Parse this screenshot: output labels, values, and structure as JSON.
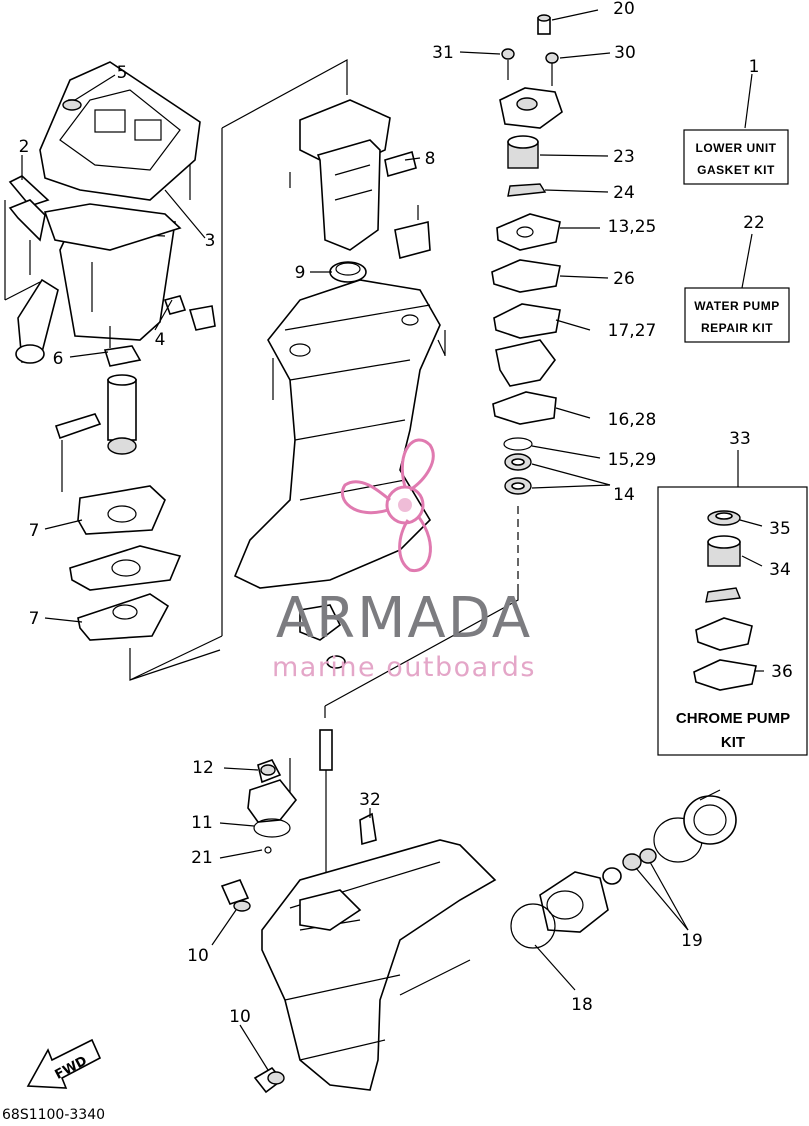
{
  "diagram": {
    "part_numbers": {
      "n1": "1",
      "n2": "2",
      "n3": "3",
      "n4": "4",
      "n5": "5",
      "n6": "6",
      "n7a": "7",
      "n7b": "7",
      "n8": "8",
      "n9": "9",
      "n10a": "10",
      "n10b": "10",
      "n11": "11",
      "n12": "12",
      "n13_25": "13,25",
      "n14": "14",
      "n15_29": "15,29",
      "n16_28": "16,28",
      "n17_27": "17,27",
      "n18": "18",
      "n19": "19",
      "n20": "20",
      "n21": "21",
      "n22": "22",
      "n23": "23",
      "n24": "24",
      "n26": "26",
      "n30": "30",
      "n31": "31",
      "n32": "32",
      "n33": "33",
      "n34": "34",
      "n35": "35",
      "n36": "36"
    },
    "kits": {
      "lower_unit_line1": "LOWER UNIT",
      "lower_unit_line2": "GASKET KIT",
      "water_pump_line1": "WATER PUMP",
      "water_pump_line2": "REPAIR KIT",
      "chrome_line1": "CHROME PUMP",
      "chrome_line2": "KIT"
    },
    "fwd_label": "FWD",
    "drawing_code": "68S1100-3340",
    "watermark": {
      "brand": "ARMADA",
      "tagline": "marine outboards",
      "brand_color": "#7c7c80",
      "accent_color": "#e07ab0"
    }
  }
}
